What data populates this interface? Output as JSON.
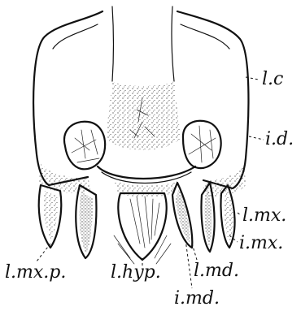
{
  "labels": {
    "lc": "l.c",
    "id": "i.d.",
    "lmx": "l.mx.",
    "imx": "i.mx.",
    "lmxp": "l.mx.p.",
    "lhyp": "l.hyp.",
    "lmd": "l.md.",
    "imd": "i.md."
  }
}
